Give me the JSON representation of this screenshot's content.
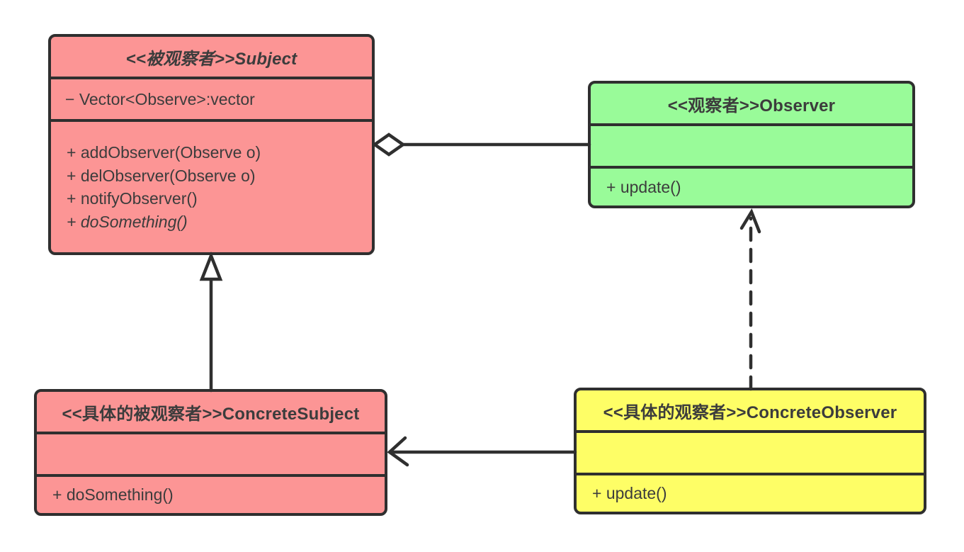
{
  "diagram": {
    "type": "uml-class-diagram",
    "pattern": "Observer",
    "colors": {
      "subject_fill": "#FC9595",
      "observer_fill": "#99FB99",
      "concrete_observer_fill": "#FEFE66",
      "stroke": "#2F2F2F",
      "text": "#3C3C3C",
      "background": "#FFFFFF"
    },
    "classes": {
      "subject": {
        "title": "<<被观察者>>Subject",
        "fields": [
          "− Vector<Observe>:vector"
        ],
        "methods": [
          "+ addObserver(Observe o)",
          "+ delObserver(Observe o)",
          "+ notifyObserver()",
          "+ doSomething()"
        ],
        "fill": "#FC9595"
      },
      "observer": {
        "title": "<<观察者>>Observer",
        "fields": [],
        "methods": [
          "+ update()"
        ],
        "fill": "#99FB99"
      },
      "concrete_subject": {
        "title": "<<具体的被观察者>>ConcreteSubject",
        "fields": [],
        "methods": [
          "+ doSomething()"
        ],
        "fill": "#FC9595"
      },
      "concrete_observer": {
        "title": "<<具体的观察者>>ConcreteObserver",
        "fields": [],
        "methods": [
          "+ update()"
        ],
        "fill": "#FEFE66"
      }
    },
    "relationships": [
      {
        "type": "aggregation",
        "from": "Observer",
        "to": "Subject",
        "line": "solid",
        "marker": "hollow-diamond-at-subject"
      },
      {
        "type": "generalization",
        "from": "ConcreteSubject",
        "to": "Subject",
        "line": "solid",
        "marker": "hollow-triangle-at-subject"
      },
      {
        "type": "dependency",
        "from": "ConcreteObserver",
        "to": "Observer",
        "line": "dashed",
        "marker": "open-arrow-at-observer"
      },
      {
        "type": "association",
        "from": "ConcreteObserver",
        "to": "ConcreteSubject",
        "line": "solid",
        "marker": "open-arrow-at-concrete-subject"
      }
    ]
  }
}
